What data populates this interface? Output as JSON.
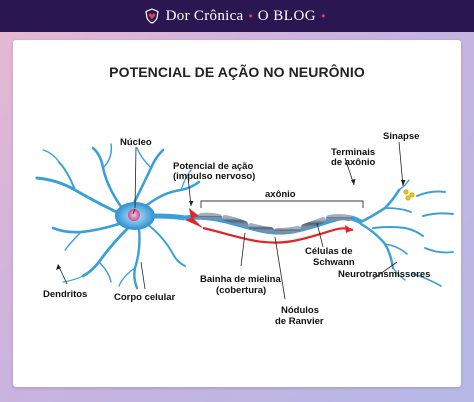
{
  "brand": {
    "name": "Dor Crônica",
    "separator": "•",
    "section": "O BLOG",
    "logo_icon": "heart-shield-logo-icon"
  },
  "diagram": {
    "title": "POTENCIAL DE AÇÃO NO NEURÔNIO",
    "labels": {
      "nucleo": "Núcleo",
      "potencial_line1": "Potencial de ação",
      "potencial_line2": "(impulso nervoso)",
      "axonio": "axônio",
      "terminais_line1": "Terminais",
      "terminais_line2": "de axônio",
      "sinapse": "Sinapse",
      "dendritos": "Dendritos",
      "corpo_celular": "Corpo celular",
      "bainha_line1": "Bainha de mielina",
      "bainha_line2": "(cobertura)",
      "nodulos_line1": "Nódulos",
      "nodulos_line2": "de Ranvier",
      "celulas_line1": "Células de",
      "celulas_line2": "Schwann",
      "neurotransmissores": "Neurotransmissores"
    },
    "colors": {
      "neuron": "#3aa0d8",
      "nucleus": "#d96aa8",
      "impulse": "#e0262b",
      "myelin": "#5c6f82",
      "header": "#2a1650",
      "neurotransmitter": "#f0c419"
    }
  }
}
